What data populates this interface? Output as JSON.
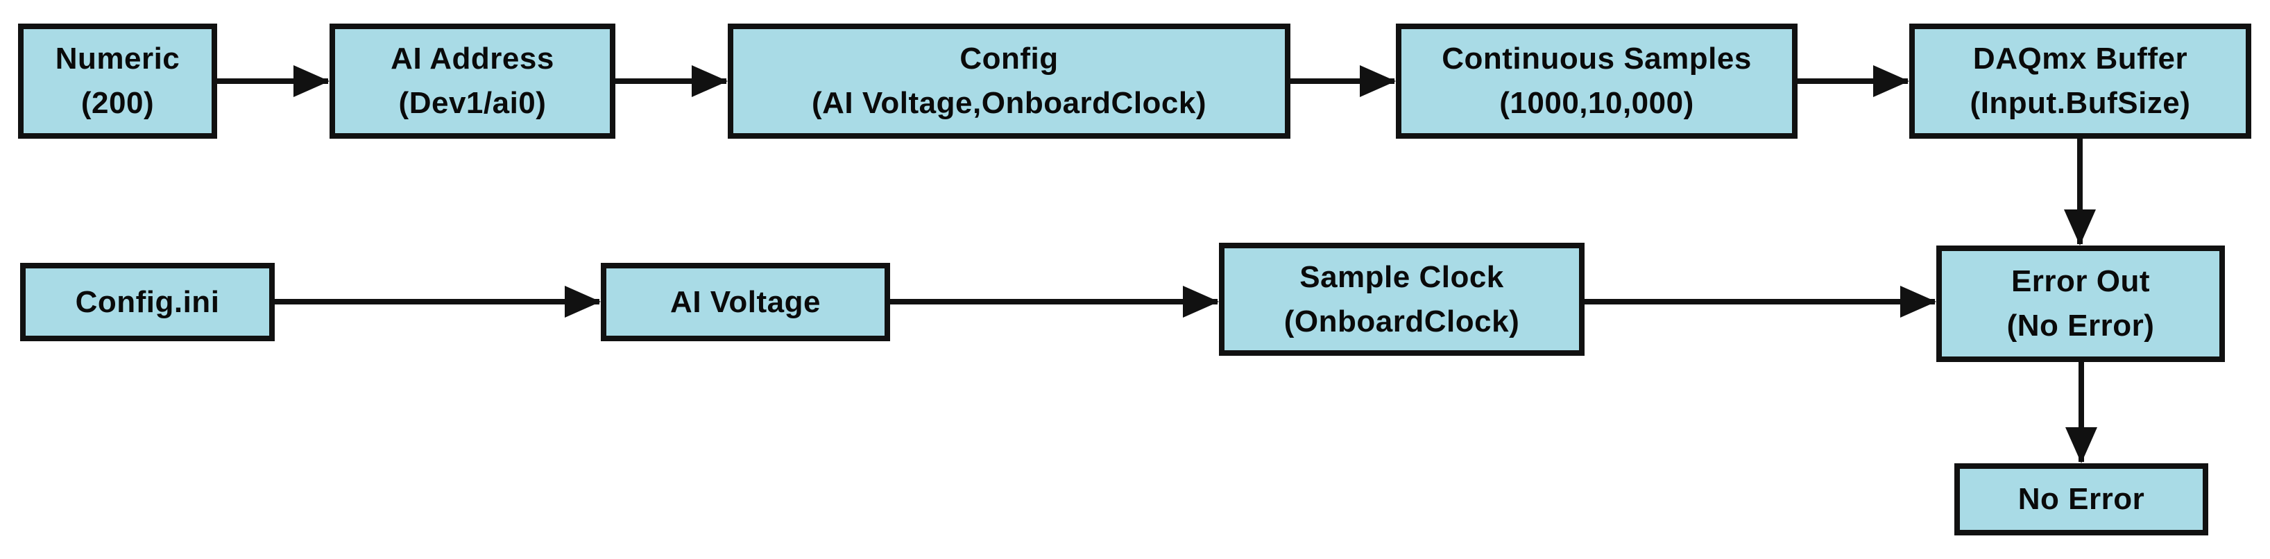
{
  "colors": {
    "background": "#ffffff",
    "node_fill": "#a9dbe6",
    "node_border": "#111111",
    "node_text": "#0a0a0a",
    "arrow": "#111111"
  },
  "nodes": {
    "numeric": {
      "line1": "Numeric",
      "line2": "(200)"
    },
    "ai_address": {
      "line1": "AI Address",
      "line2": "(Dev1/ai0)"
    },
    "config": {
      "line1": "Config",
      "line2": "(AI Voltage,OnboardClock)"
    },
    "continuous_samples": {
      "line1": "Continuous Samples",
      "line2": "(1000,10,000)"
    },
    "daqmx_buffer": {
      "line1": "DAQmx Buffer",
      "line2": "(Input.BufSize)"
    },
    "config_ini": {
      "line1": "Config.ini"
    },
    "ai_voltage": {
      "line1": "AI Voltage"
    },
    "sample_clock": {
      "line1": "Sample Clock",
      "line2": "(OnboardClock)"
    },
    "error_out": {
      "line1": "Error Out",
      "line2": "(No Error)"
    },
    "no_error": {
      "line1": "No Error"
    }
  },
  "edges": [
    {
      "from": "numeric",
      "to": "ai_address"
    },
    {
      "from": "ai_address",
      "to": "config"
    },
    {
      "from": "config",
      "to": "continuous_samples"
    },
    {
      "from": "continuous_samples",
      "to": "daqmx_buffer"
    },
    {
      "from": "daqmx_buffer",
      "to": "error_out"
    },
    {
      "from": "config_ini",
      "to": "ai_voltage"
    },
    {
      "from": "ai_voltage",
      "to": "sample_clock"
    },
    {
      "from": "sample_clock",
      "to": "error_out"
    },
    {
      "from": "error_out",
      "to": "no_error"
    }
  ]
}
